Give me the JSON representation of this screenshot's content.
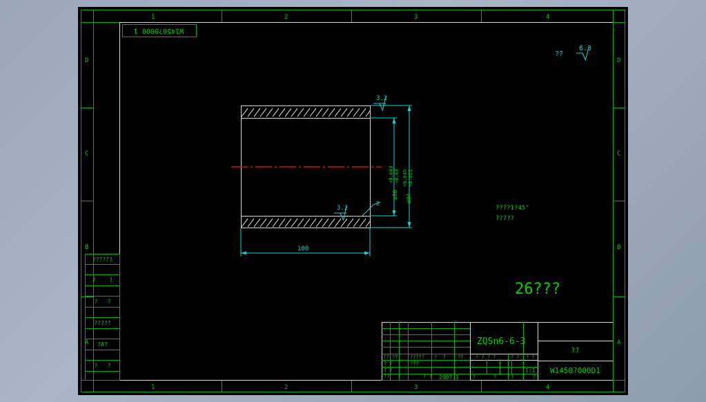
{
  "app": {
    "background_color": "#9aa7bb",
    "canvas_color": "#000000"
  },
  "frame": {
    "top_zone_numbers": [
      "1",
      "2",
      "3",
      "4"
    ],
    "bottom_zone_numbers": [
      "1",
      "2",
      "3",
      "4"
    ],
    "left_zone_letters": [
      "D",
      "C",
      "B",
      "A"
    ],
    "right_zone_letters": [
      "D",
      "C",
      "B",
      "A"
    ],
    "border_color": "#00b000",
    "inner_border_color": "#d9d9d9"
  },
  "header": {
    "drawing_code_box": "W1450?0000 1"
  },
  "left_margin_blocks": [
    {
      "label": "??????"
    },
    {
      "label": "?    ?"
    },
    {
      "label": "?   ?"
    },
    {
      "label": "?????"
    },
    {
      "label": "?A?"
    },
    {
      "label": "?   ?"
    }
  ],
  "general_roughness": {
    "prefix": "??",
    "value": "6.3",
    "symbol": "surface-finish-triangle"
  },
  "drawing": {
    "length_dimension": "100",
    "bore_dimension": "ø80 +0.049 +0.03",
    "bore_dimension_top": "+0.049",
    "bore_dimension_bot": "+0.03",
    "bore_nominal": "ø80",
    "outer_dimension": "ø94 +0.045 +0.023",
    "outer_dimension_top": "+0.045",
    "outer_dimension_bot": "+0.023",
    "outer_nominal": "ø94",
    "roughness_top": "3.2",
    "roughness_bottom": "3.2",
    "chamfer_note": "2",
    "centerline_color": "#d01010",
    "dimension_color": "#18d2d2",
    "part_color": "#e2e2e2"
  },
  "notes": {
    "line1": "????1?45°",
    "line2": "?????"
  },
  "part_mark": "26???",
  "title_block": {
    "material": "ZQSn6-6-3",
    "scale": "1:1",
    "drawing_number": "W1450?000D1",
    "company": "??",
    "date": "2007.1",
    "row_labels": [
      "??",
      "??",
      "?????",
      "?  ?",
      "??"
    ],
    "cells": {
      "r1c1": "??",
      "r1c2": "??",
      "r1c3": "?????",
      "r1c4": "?  ?",
      "r1c5": "??",
      "r2c1": "? ?",
      "r2c3": "???",
      "r3c1": "? ?",
      "r4c1": "??",
      "r4c3": "? ?",
      "r4c4": "2007.1",
      "m1": "? ? ? ?",
      "m2": "? ?",
      "m3": "? ?",
      "m4": "?",
      "m5": "?",
      "m6": "?",
      "m7": "?"
    }
  }
}
